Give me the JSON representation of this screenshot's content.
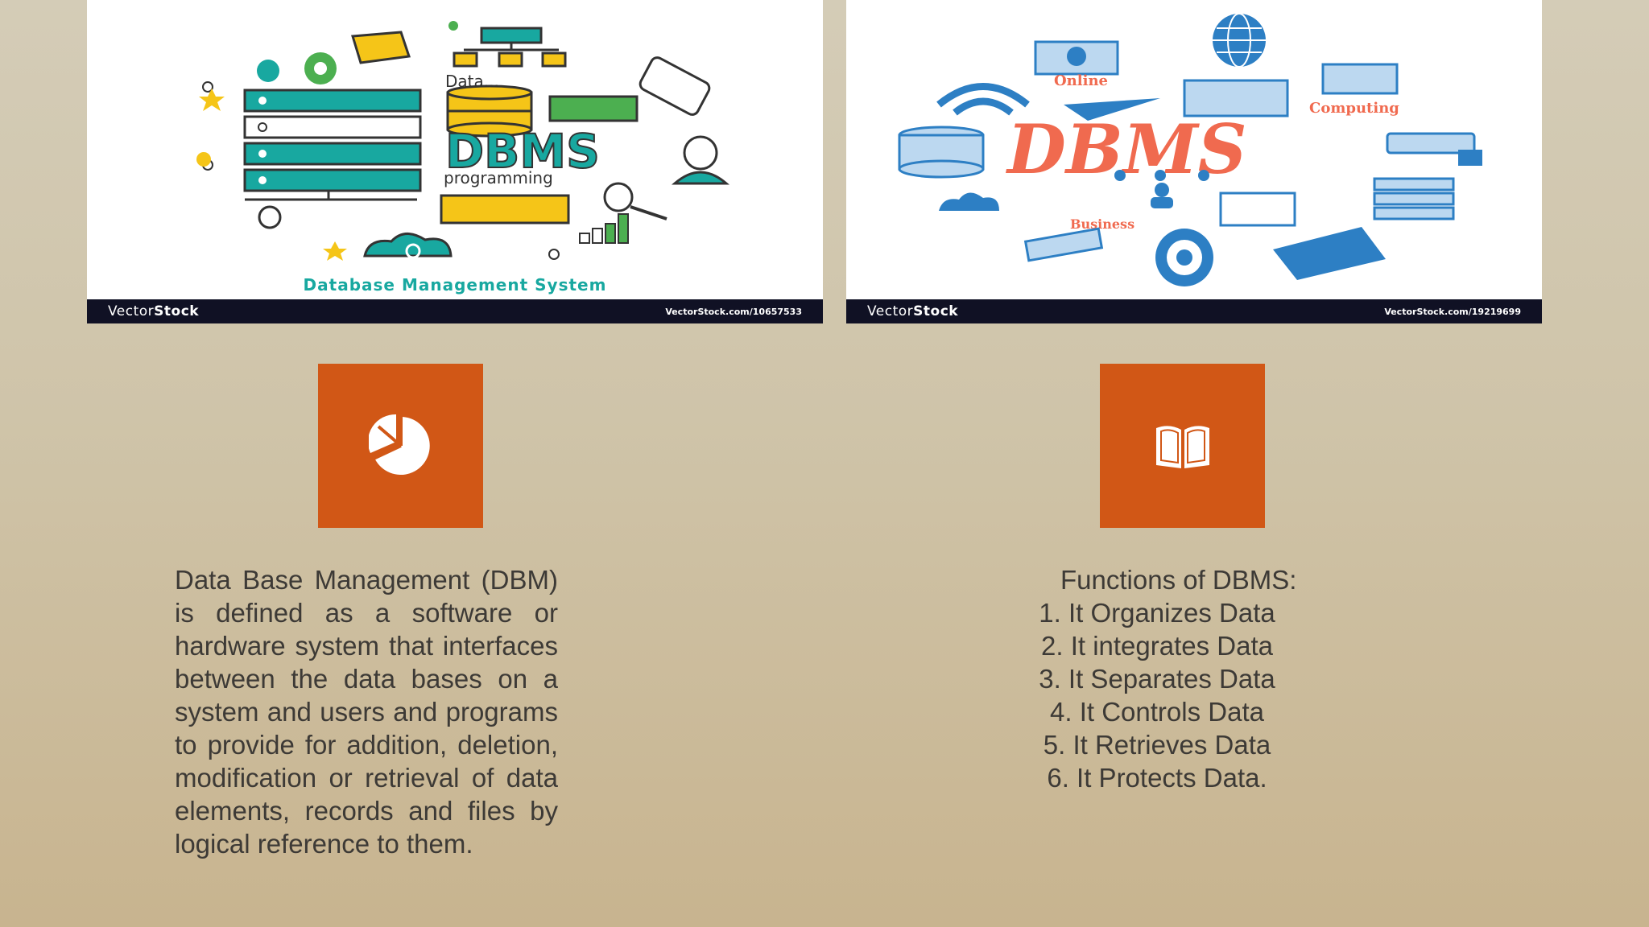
{
  "left_card": {
    "tag_data": "Data...",
    "logo": "DBMS",
    "sub": "programming",
    "caption": "Database Management System",
    "brand_a": "Vector",
    "brand_b": "Stock",
    "url": "VectorStock.com/10657533"
  },
  "right_card": {
    "tag_online": "Online",
    "tag_computing": "Computing",
    "tag_business": "Business",
    "logo": "DBMS",
    "brand_a": "Vector",
    "brand_b": "Stock",
    "url": "VectorStock.com/19219699"
  },
  "icons": {
    "left_tile": "pie-chart-icon",
    "right_tile": "open-book-icon"
  },
  "colors": {
    "tile": "#d15716",
    "teal": "#18a8a0",
    "accent_red": "#f06a4f",
    "blue": "#2d7fc4"
  },
  "definition": "Data Base Management (DBM) is defined as a software or hardware system that interfaces between the data bases on a system and users and programs to provide for addition, deletion, modification or retrieval of data elements, records and files by logical reference to them.",
  "functions": {
    "heading": "Functions of DBMS:",
    "items": [
      "1. It Organizes Data",
      "2. It integrates Data",
      "3. It Separates Data",
      "4. It Controls Data",
      "5. It Retrieves Data",
      "6. It Protects Data."
    ]
  }
}
